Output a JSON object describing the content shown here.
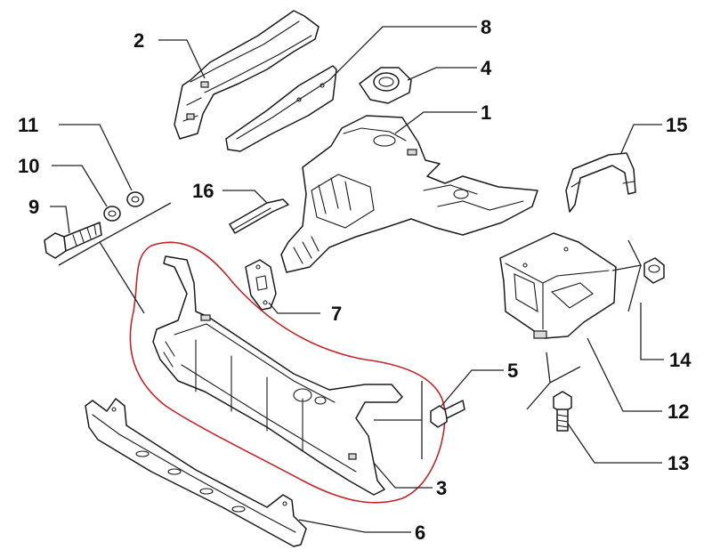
{
  "colors": {
    "highlight_outline": "#c0252b",
    "line": "#1a1a1a",
    "background": "#ffffff"
  },
  "callouts": [
    {
      "id": "c1",
      "label": "1"
    },
    {
      "id": "c2",
      "label": "2"
    },
    {
      "id": "c3",
      "label": "3"
    },
    {
      "id": "c4",
      "label": "4"
    },
    {
      "id": "c5",
      "label": "5"
    },
    {
      "id": "c6",
      "label": "6"
    },
    {
      "id": "c7",
      "label": "7"
    },
    {
      "id": "c8",
      "label": "8"
    },
    {
      "id": "c9",
      "label": "9"
    },
    {
      "id": "c10",
      "label": "10"
    },
    {
      "id": "c11",
      "label": "11"
    },
    {
      "id": "c12",
      "label": "12"
    },
    {
      "id": "c13",
      "label": "13"
    },
    {
      "id": "c14",
      "label": "14"
    },
    {
      "id": "c15",
      "label": "15"
    },
    {
      "id": "c16",
      "label": "16"
    }
  ]
}
